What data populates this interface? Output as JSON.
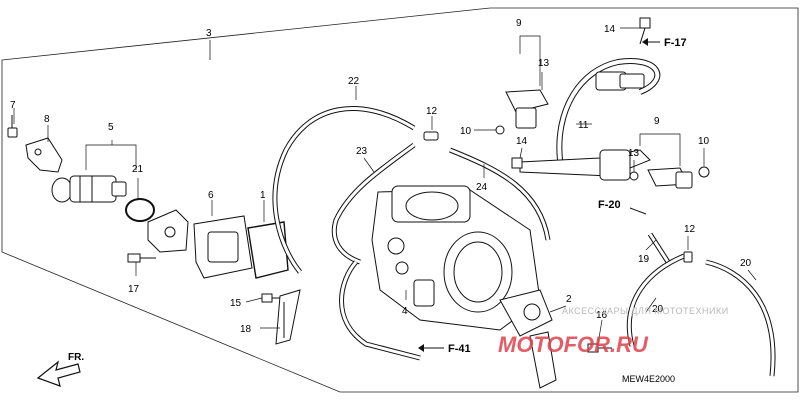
{
  "diagram": {
    "part_callouts": [
      {
        "id": "p3",
        "label": "3"
      },
      {
        "id": "p7",
        "label": "7"
      },
      {
        "id": "p8",
        "label": "8"
      },
      {
        "id": "p5",
        "label": "5"
      },
      {
        "id": "p21",
        "label": "21"
      },
      {
        "id": "p6",
        "label": "6"
      },
      {
        "id": "p1",
        "label": "1"
      },
      {
        "id": "p17",
        "label": "17"
      },
      {
        "id": "p15",
        "label": "15"
      },
      {
        "id": "p18",
        "label": "18"
      },
      {
        "id": "p4",
        "label": "4"
      },
      {
        "id": "p22",
        "label": "22"
      },
      {
        "id": "p12a",
        "label": "12"
      },
      {
        "id": "p23",
        "label": "23"
      },
      {
        "id": "p24",
        "label": "24"
      },
      {
        "id": "p9a",
        "label": "9"
      },
      {
        "id": "p13a",
        "label": "13"
      },
      {
        "id": "p14a",
        "label": "14"
      },
      {
        "id": "p10a",
        "label": "10"
      },
      {
        "id": "p11",
        "label": "11"
      },
      {
        "id": "p14b",
        "label": "14"
      },
      {
        "id": "p9b",
        "label": "9"
      },
      {
        "id": "p13b",
        "label": "13"
      },
      {
        "id": "p10b",
        "label": "10"
      },
      {
        "id": "p12b",
        "label": "12"
      },
      {
        "id": "p19",
        "label": "19"
      },
      {
        "id": "p20a",
        "label": "20"
      },
      {
        "id": "p20b",
        "label": "20"
      },
      {
        "id": "p16",
        "label": "16"
      },
      {
        "id": "p2",
        "label": "2"
      }
    ],
    "references": [
      {
        "id": "f17",
        "label": "F-17"
      },
      {
        "id": "f20",
        "label": "F-20"
      },
      {
        "id": "f41",
        "label": "F-41"
      }
    ],
    "front_marker": "FR.",
    "diagram_code": "MEW4E2000"
  },
  "watermark": {
    "text": "АКСЕССУАРЫ ДЛЯ МОТОТЕХНИКИ",
    "logo": "MOTOFOR.RU"
  }
}
